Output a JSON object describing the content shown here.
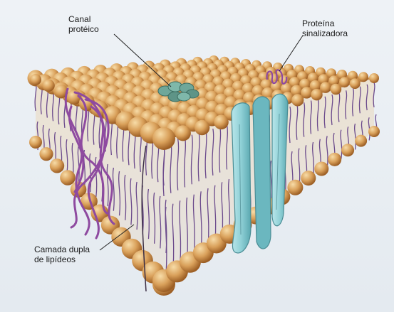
{
  "labels": {
    "channel": {
      "line1": "Canal",
      "line2": "protéico"
    },
    "signal": {
      "line1": "Proteína",
      "line2": "sinalizadora"
    },
    "bilayer": {
      "line1": "Camada dupla",
      "line2": "de lipídeos"
    }
  },
  "colors": {
    "background": "#e9eef3",
    "lipid_head": "#d9a05a",
    "lipid_head_shade": "#a8692c",
    "lipid_head_light": "#f2cf93",
    "lipid_tail": "#6b4a8c",
    "glycoprotein": "#8e4aa0",
    "channel_protein": "#6fa79a",
    "transmembrane_protein": "#8fd0d6",
    "leader_line": "#222222"
  }
}
